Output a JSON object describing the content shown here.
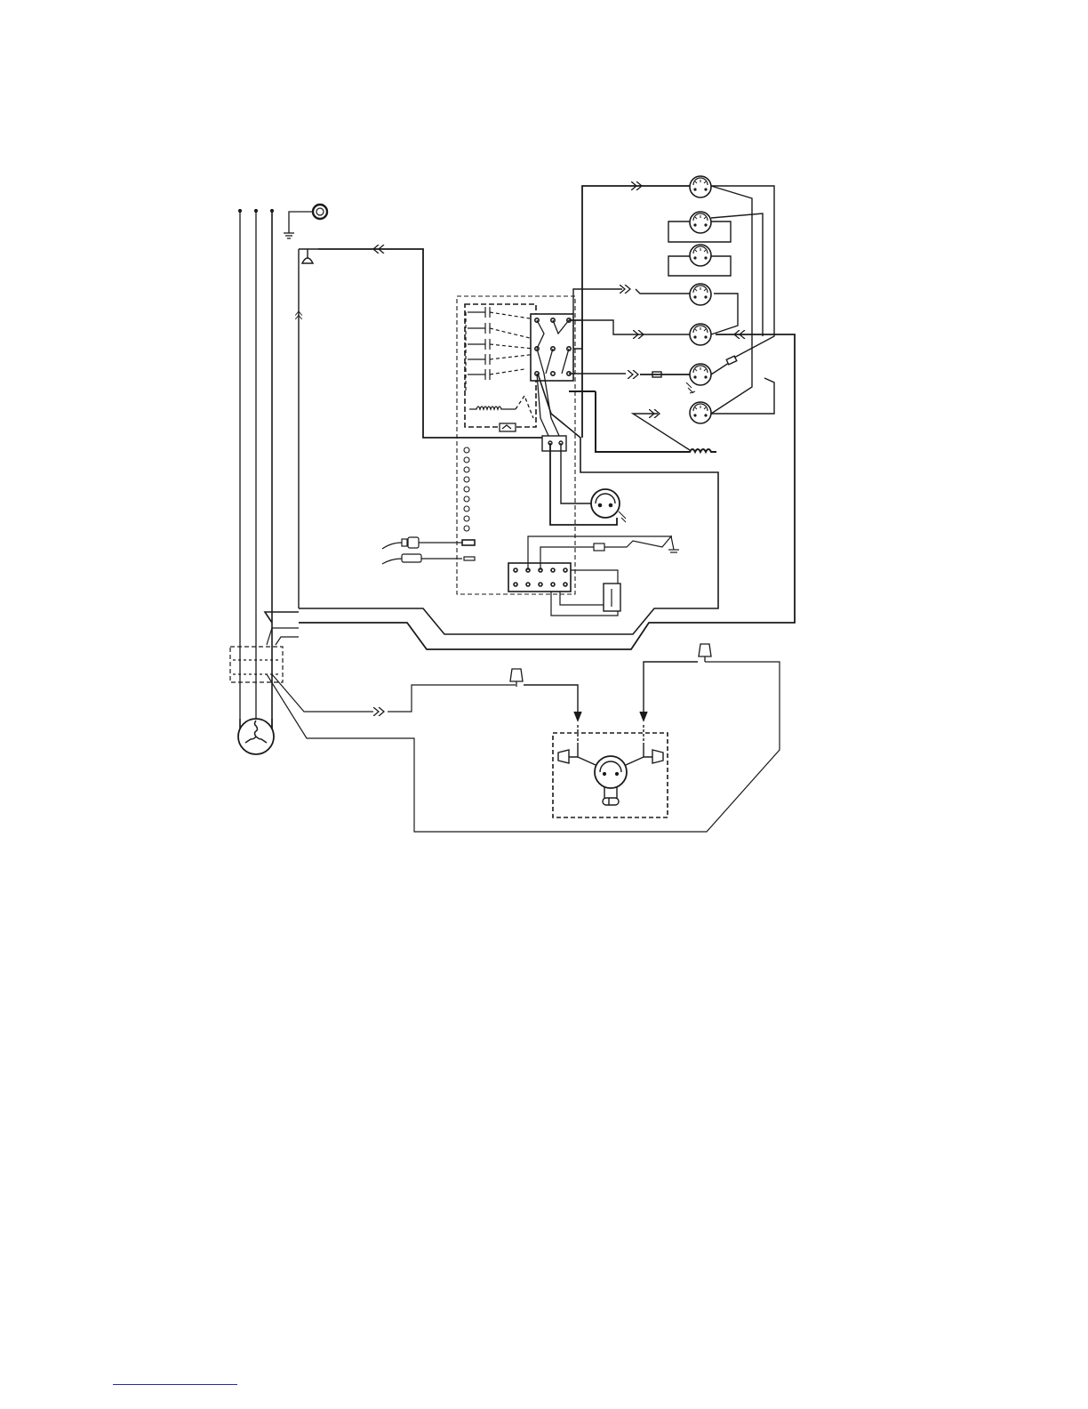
{
  "page": {
    "background": "#ffffff",
    "line_color": "#1a1a1a",
    "footer_rule_color": "#2a2aaa"
  },
  "diagram": {
    "type": "wiring-schematic",
    "printed_text": [],
    "components": {
      "supply_lines": 3,
      "ground_symbol": "ground-icon",
      "terminal_connector": "wire-terminal-icon",
      "control_box": "dashed-enclosure",
      "relay_contacts": 5,
      "control_coil": "inductor-coil-icon",
      "terminal_column_pins": 10,
      "sensor_probes": 2,
      "terminal_block_pins": 10,
      "right_side_fittings": 7,
      "heater_coil": "heater-coil-icon",
      "circulation_motor": "motor-icon",
      "junction_block": "dashed-junction",
      "three_phase_motor": "wye-motor-icon",
      "pump_motor_unit": "pump-motor-icon",
      "wire_nuts": 2
    }
  }
}
